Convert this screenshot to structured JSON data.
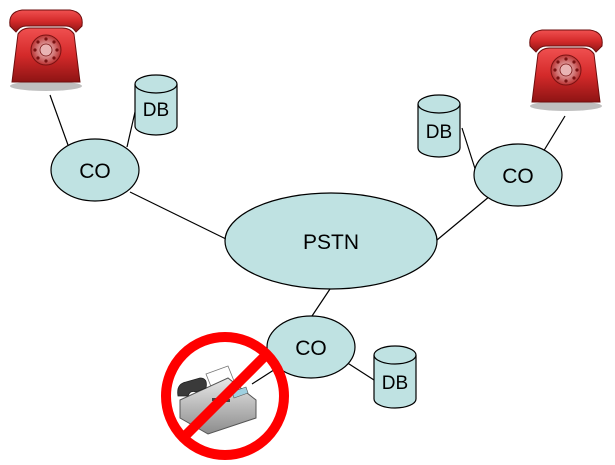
{
  "nodes": {
    "pstn": {
      "label": "PSTN"
    },
    "co_left": {
      "label": "CO"
    },
    "co_right": {
      "label": "CO"
    },
    "co_bottom": {
      "label": "CO"
    },
    "db_left": {
      "label": "DB"
    },
    "db_right": {
      "label": "DB"
    },
    "db_bottom": {
      "label": "DB"
    }
  },
  "icons": {
    "phone_left": "red-rotary-telephone-icon",
    "phone_right": "red-rotary-telephone-icon",
    "fax": "fax-machine-icon",
    "prohibited": "prohibition-sign-icon"
  },
  "colors": {
    "node_fill": "#BFE2E2",
    "phone_red": "#D42A2A",
    "prohibit_red": "#FF0000",
    "line": "#000000"
  }
}
